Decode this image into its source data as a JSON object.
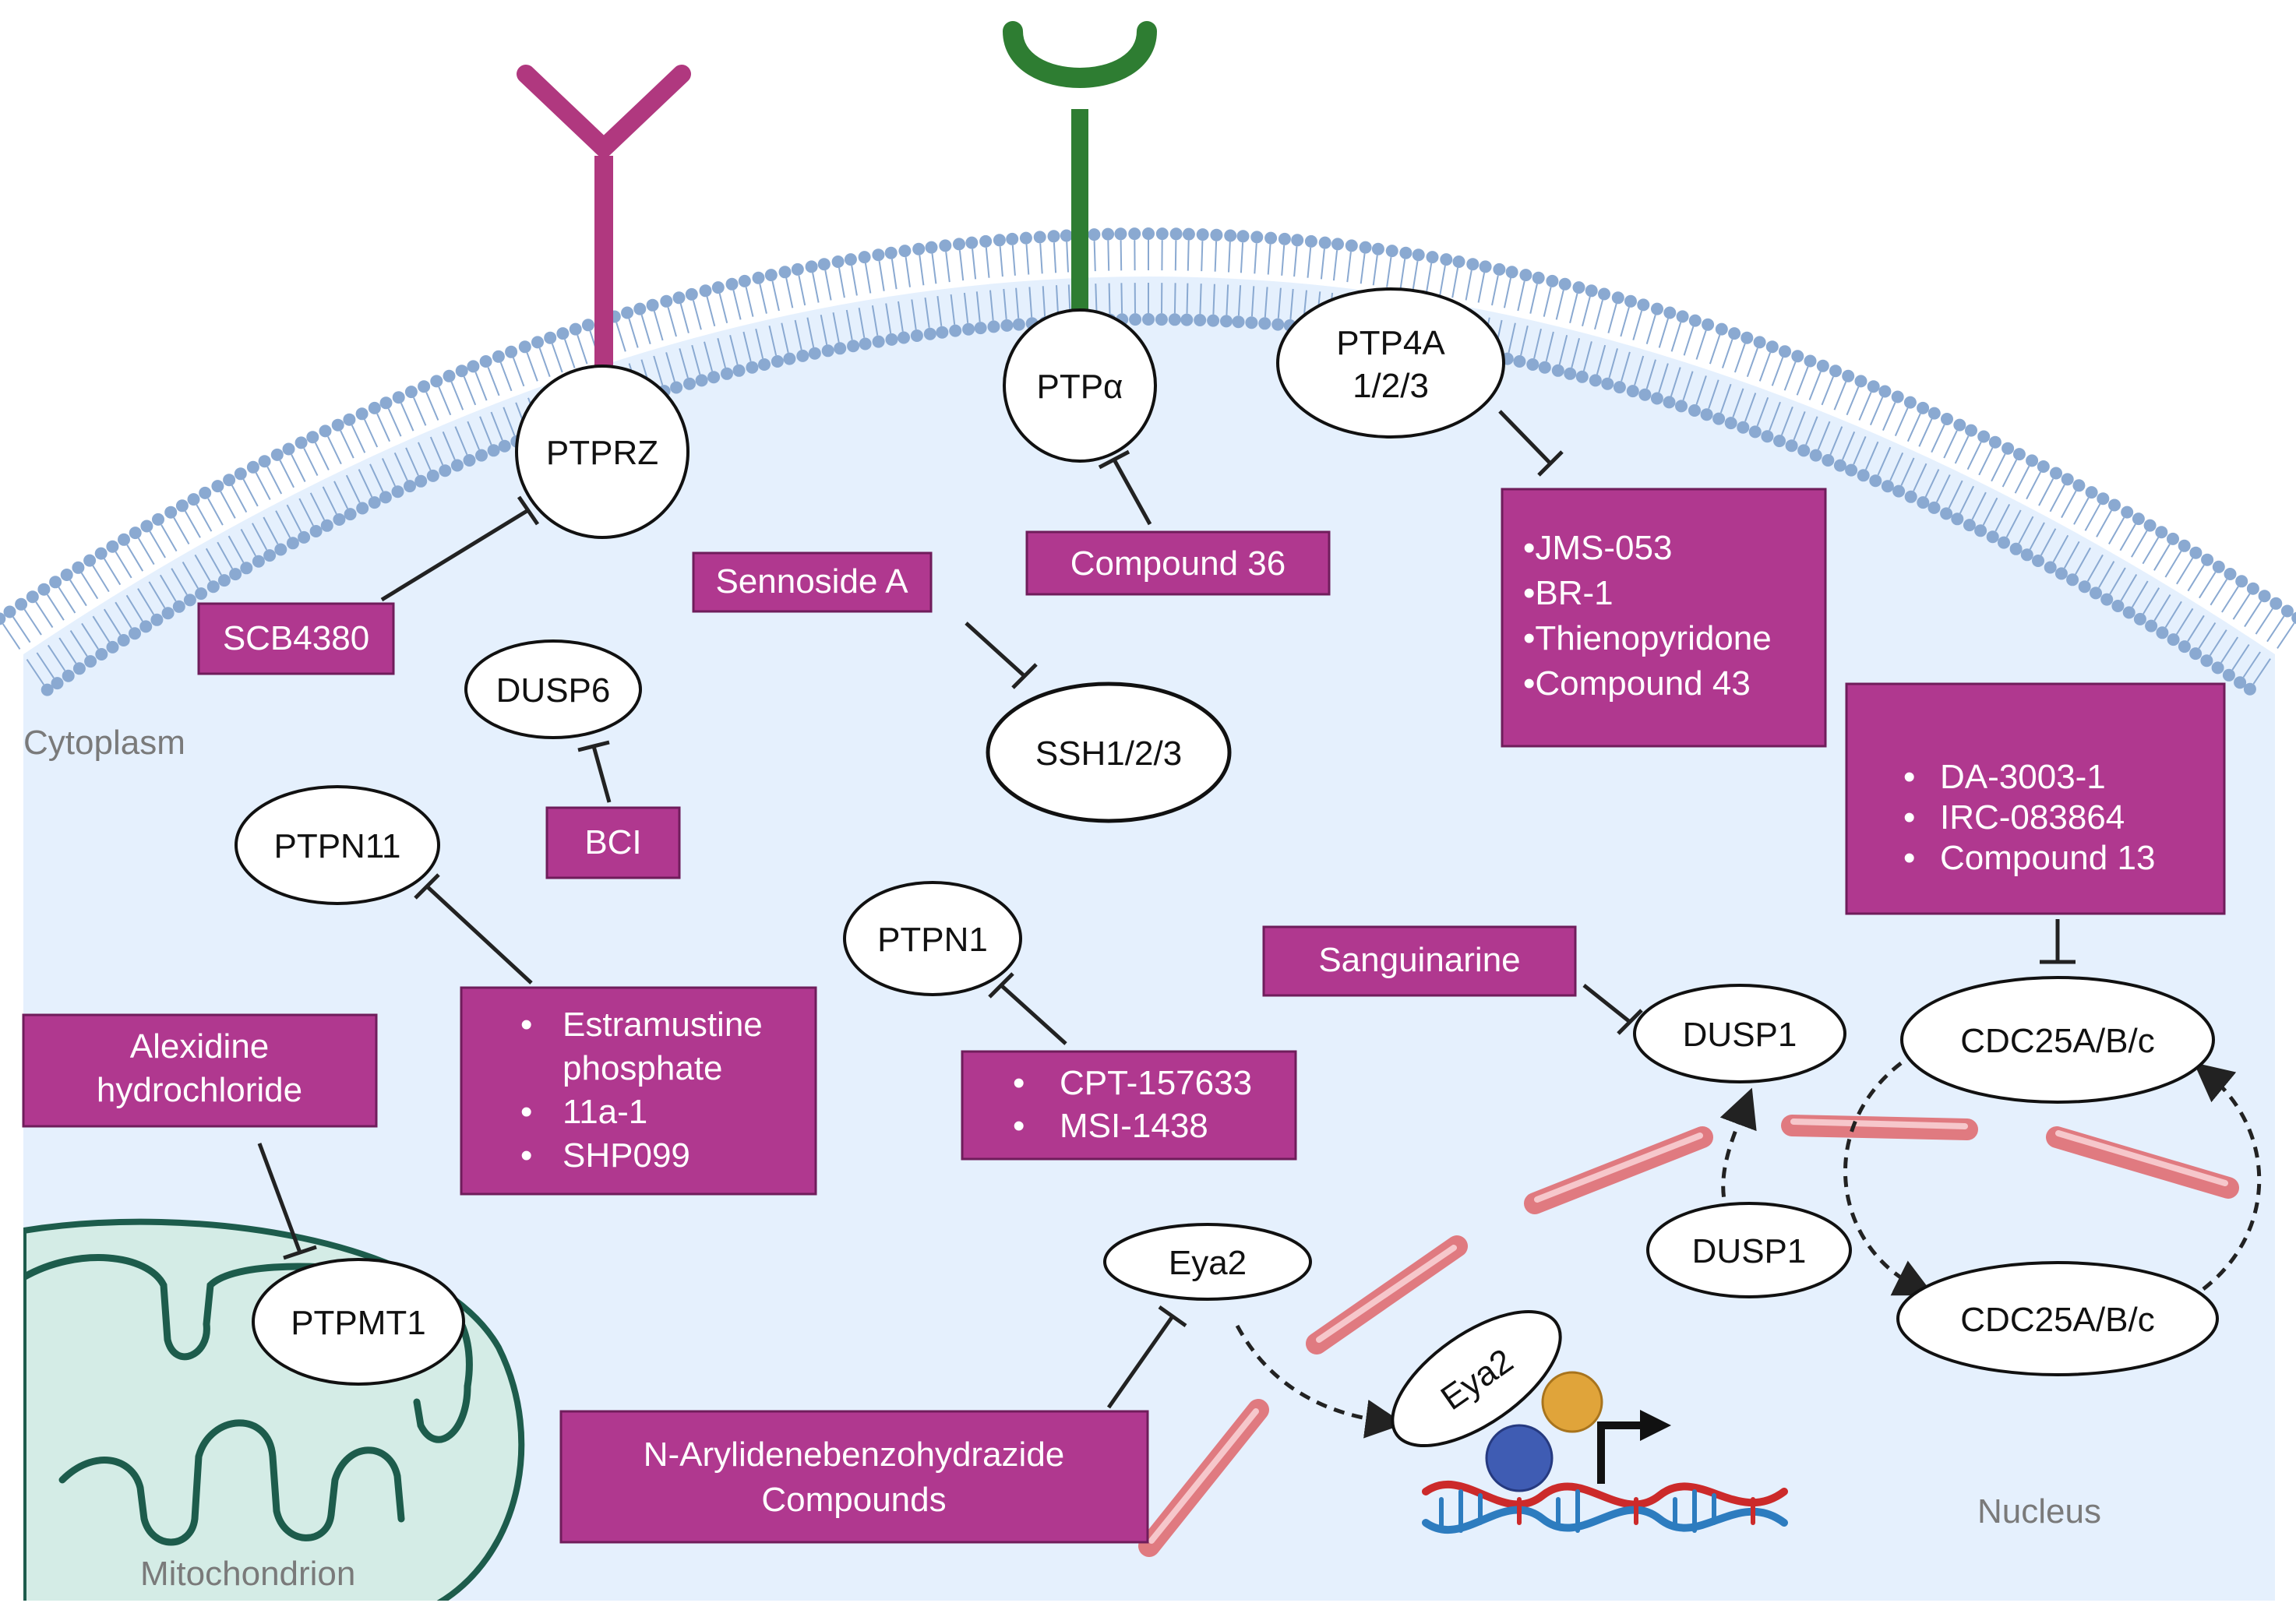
{
  "colors": {
    "cell_fill": "#e5f0fd",
    "membrane_bead": "#8aa9d1",
    "drug_box": "#b0388f",
    "receptor_ptprz": "#b0387f",
    "receptor_ptpa": "#2e7d32",
    "mitochondrion_fill": "#d4ece6",
    "mitochondrion_stroke": "#1d5c4c",
    "nuclear_envelope": "#e07a80",
    "dna_red": "#cc2a2a",
    "dna_blue": "#2d7cbf"
  },
  "regions": {
    "cytoplasm": "Cytoplasm",
    "nucleus": "Nucleus",
    "mitochondrion": "Mitochondrion"
  },
  "targets": {
    "ptprz": "PTPRZ",
    "ptpa": "PTPα",
    "ptp4a_line1": "PTP4A",
    "ptp4a_line2": "1/2/3",
    "dusp6": "DUSP6",
    "ssh": "SSH1/2/3",
    "ptpn11": "PTPN11",
    "ptpn1": "PTPN1",
    "dusp1_top": "DUSP1",
    "dusp1_bottom": "DUSP1",
    "cdc25_top": "CDC25A/B/c",
    "cdc25_bottom": "CDC25A/B/c",
    "ptpmt1": "PTPMT1",
    "eya2": "Eya2",
    "eya2_dna": "Eya2"
  },
  "inhibitors": {
    "scb4380": "SCB4380",
    "bci": "BCI",
    "sennoside_a": "Sennoside A",
    "compound36": "Compound 36",
    "ptp4a_list": [
      "•JMS-053",
      "•BR-1",
      "•Thienopyridone",
      "•Compound 43"
    ],
    "cdc25_list": [
      "DA-3003-1",
      "IRC-083864",
      "Compound 13"
    ],
    "sanguinarine": "Sanguinarine",
    "ptpn11_list_line1": "Estramustine",
    "ptpn11_list_line1b": "phosphate",
    "ptpn11_list_line2": "11a-1",
    "ptpn11_list_line3": "SHP099",
    "ptpn1_list": [
      "CPT-157633",
      "MSI-1438"
    ],
    "alexidine_line1": "Alexidine",
    "alexidine_line2": "hydrochloride",
    "arylidene_line1": "N-Arylidenebenzohydrazide",
    "arylidene_line2": "Compounds"
  },
  "bullet_glyph": "•"
}
